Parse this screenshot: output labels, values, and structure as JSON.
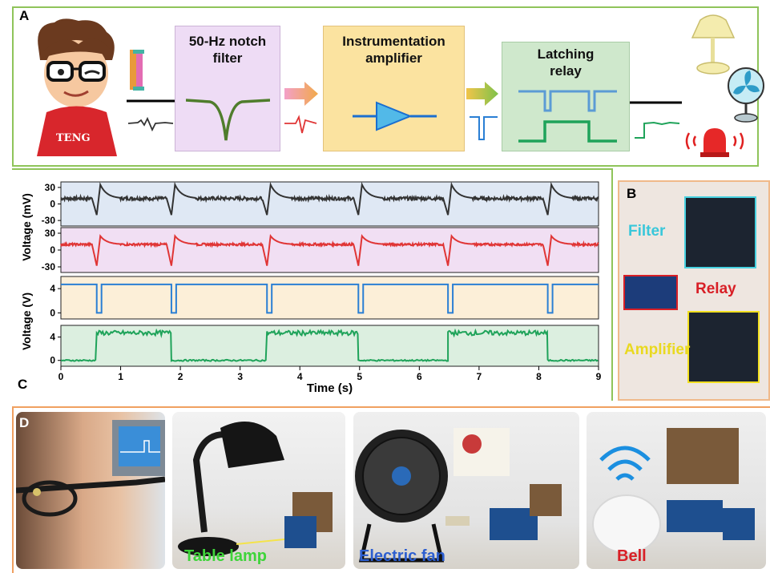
{
  "panels": {
    "a": "A",
    "b": "B",
    "c": "C",
    "d": "D"
  },
  "avatar": {
    "shirt_text": "TENG"
  },
  "blocks": {
    "filter": {
      "line1": "50-Hz notch",
      "line2": "filter"
    },
    "amplifier": {
      "line1": "Instrumentation",
      "line2": "amplifier"
    },
    "relay": {
      "line1": "Latching",
      "line2": "relay"
    }
  },
  "board_labels": {
    "filter": "Filter",
    "relay": "Relay",
    "amplifier": "Amplifier"
  },
  "photo_labels": {
    "lamp": "Table lamp",
    "fan": "Electric fan",
    "bell": "Bell"
  },
  "colors": {
    "panelA_border": "#8fc45a",
    "panelD_border": "#f0a060",
    "filter_box": "#eedcf5",
    "amp_box": "#fbe3a0",
    "relay_box": "#cfe8cc",
    "black_signal": "#333333",
    "red_signal": "#e03535",
    "blue_signal": "#2a7fd4",
    "green_signal": "#1fa35a"
  },
  "chart_data": {
    "type": "line",
    "xlabel": "Time (s)",
    "xlim": [
      0,
      9
    ],
    "xticks": [
      "0",
      "1",
      "2",
      "3",
      "4",
      "5",
      "6",
      "7",
      "8",
      "9"
    ],
    "event_times": [
      0.6,
      1.85,
      3.45,
      4.98,
      6.48,
      8.15
    ],
    "subplots": [
      {
        "name": "raw",
        "ylabel": "Voltage (mV)",
        "ylim": [
          -40,
          40
        ],
        "yticks": [
          "30",
          "0",
          "-30"
        ],
        "color": "#333333",
        "background": "#dfe8f4",
        "baseline": 10,
        "spike_min": -20,
        "spike_max": 35
      },
      {
        "name": "filtered",
        "ylabel": "Voltage (mV)",
        "ylim": [
          -40,
          40
        ],
        "yticks": [
          "30",
          "0",
          "-30"
        ],
        "color": "#e03535",
        "background": "#f1dff3",
        "baseline": 10,
        "spike_min": -28,
        "spike_max": 25
      },
      {
        "name": "amplified",
        "ylabel": "Voltage (V)",
        "ylim": [
          -1,
          6
        ],
        "yticks": [
          "4",
          "0"
        ],
        "color": "#2a7fd4",
        "background": "#fcefd8",
        "high": 4.7,
        "low": 0,
        "pulse_width": 0.08
      },
      {
        "name": "relay",
        "ylabel": "Voltage (V)",
        "ylim": [
          -1,
          6
        ],
        "yticks": [
          "4",
          "0"
        ],
        "color": "#1fa35a",
        "background": "#dcefe0",
        "high": 4.7,
        "low": 0,
        "states": [
          0,
          1,
          0,
          1,
          0,
          1,
          0
        ]
      }
    ]
  }
}
